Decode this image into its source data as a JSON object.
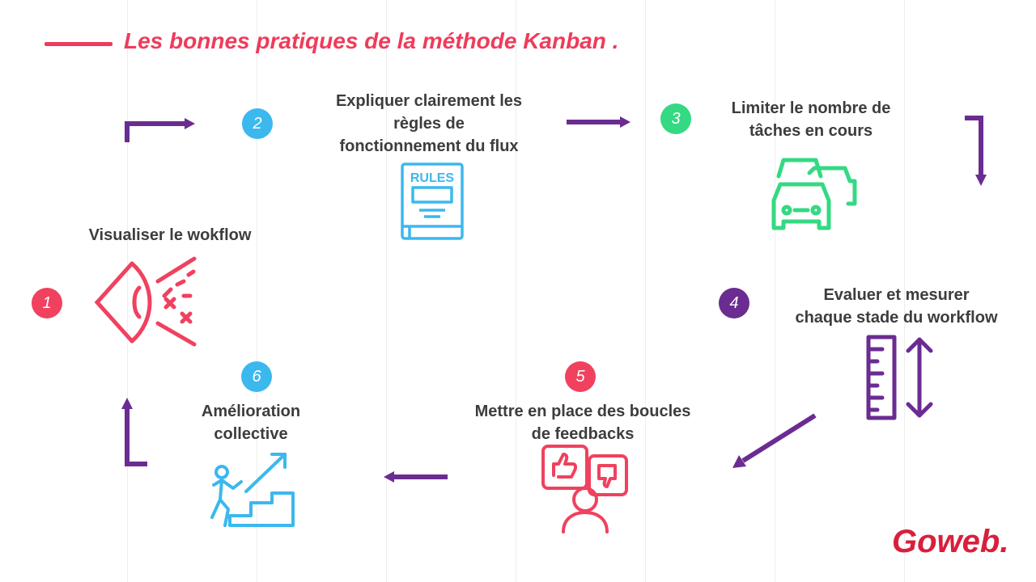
{
  "title": "Les bonnes pratiques de la méthode Kanban .",
  "steps": [
    {
      "number": "1",
      "label": "Visualiser le wokflow",
      "color": "#f0415f",
      "icon": "eye-icon"
    },
    {
      "number": "2",
      "label": "Expliquer clairement les\nrègles de\nfonctionnement du flux",
      "color": "#3bb8ee",
      "icon": "rules-book-icon"
    },
    {
      "number": "3",
      "label": "Limiter le nombre de\ntâches en cours",
      "color": "#34d983",
      "icon": "cars-icon"
    },
    {
      "number": "4",
      "label": "Evaluer et mesurer\nchaque stade du workflow",
      "color": "#6b2c91",
      "icon": "ruler-icon"
    },
    {
      "number": "5",
      "label": "Mettre en place des boucles\nde feedbacks",
      "color": "#f0415f",
      "icon": "feedback-icon"
    },
    {
      "number": "6",
      "label": "Amélioration\ncollective",
      "color": "#3bb8ee",
      "icon": "stairs-progress-icon"
    }
  ],
  "logo": "Goweb.",
  "colors": {
    "title": "#ef3b5a",
    "arrow": "#6b2c91",
    "text": "#3d3d3d",
    "logo": "#d81f3c"
  }
}
